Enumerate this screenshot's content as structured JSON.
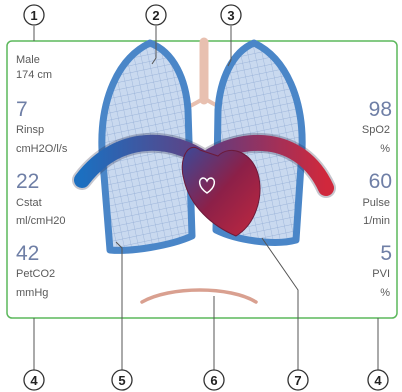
{
  "callouts": [
    "1",
    "2",
    "3",
    "4",
    "5",
    "6",
    "7",
    "4"
  ],
  "patient": {
    "sex": "Male",
    "height": "174 cm"
  },
  "left_params": [
    {
      "value": "7",
      "name": "Rinsp",
      "unit": "cmH2O/l/s"
    },
    {
      "value": "22",
      "name": "Cstat",
      "unit": "ml/cmH20"
    },
    {
      "value": "42",
      "name": "PetCO2",
      "unit": "mmHg"
    }
  ],
  "right_params": [
    {
      "value": "98",
      "name": "SpO2",
      "unit": "%"
    },
    {
      "value": "60",
      "name": "Pulse",
      "unit": "1/min"
    },
    {
      "value": "5",
      "name": "PVI",
      "unit": "%"
    }
  ],
  "colors": {
    "frame": "#5cb85c",
    "lung_outline": "#4a86c8",
    "lung_fill": "#c7d8ee",
    "trachea": "#e8c0b0",
    "artery": "#d0283c",
    "vein": "#1c6fc0",
    "heart": "#8c2048",
    "diaphragm": "#d9a090",
    "value_text": "#6f7fa6"
  },
  "icons": {
    "heart": "heart-outline-icon"
  }
}
